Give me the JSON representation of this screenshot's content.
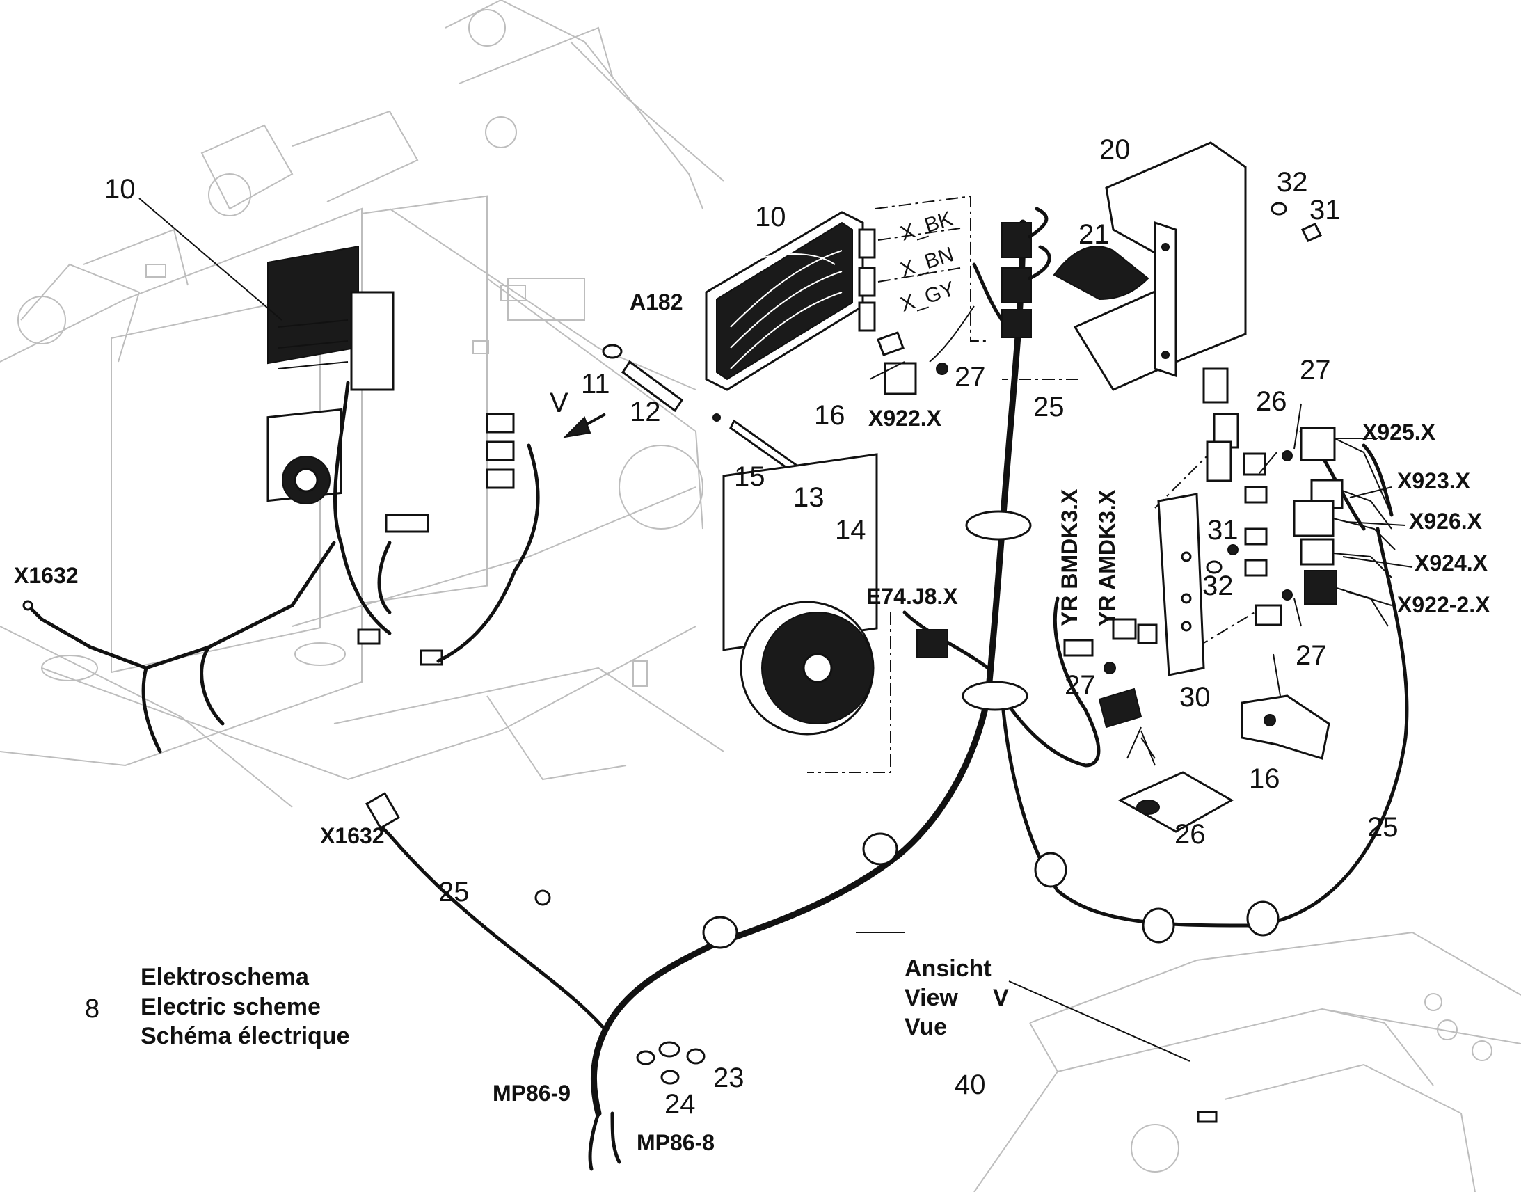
{
  "callouts": {
    "c10_frame": "10",
    "c10_ecu": "10",
    "c11": "11",
    "c12": "12",
    "c13": "13",
    "c14": "14",
    "c15": "15",
    "c16_top": "16",
    "c16_bottom": "16",
    "c20": "20",
    "c21": "21",
    "c23": "23",
    "c24": "24",
    "c25_mid": "25",
    "c25_left": "25",
    "c25_right": "25",
    "c26_top": "26",
    "c26_bottom": "26",
    "c27_ecu": "27",
    "c27_top": "27",
    "c27_mid": "27",
    "c27_right": "27",
    "c30": "30",
    "c31_top": "31",
    "c31_mid": "31",
    "c32_top": "32",
    "c32_mid": "32",
    "c40": "40",
    "v_arrow": "V"
  },
  "connectors": {
    "a182": "A182",
    "x_bk": "X_BK",
    "x_bn": "X_BN",
    "x_gy": "X_GY",
    "x922": "X922.X",
    "x925": "X925.X",
    "x923": "X923.X",
    "x926": "X926.X",
    "x924": "X924.X",
    "x922_2": "X922-2.X",
    "yr_bmdk3": "YR BMDK3.X",
    "yr_amdk3": "YR AMDK3.X",
    "e74": "E74.J8.X",
    "x1632_left": "X1632",
    "x1632_bottom": "X1632",
    "mp86_9": "MP86-9",
    "mp86_8": "MP86-8"
  },
  "legend": {
    "number": "8",
    "line_de": "Elektroschema",
    "line_en": "Electric scheme",
    "line_fr": "Schéma électrique"
  },
  "view_label": {
    "line_de": "Ansicht",
    "line_en": "View",
    "letter": "V",
    "line_fr": "Vue"
  }
}
